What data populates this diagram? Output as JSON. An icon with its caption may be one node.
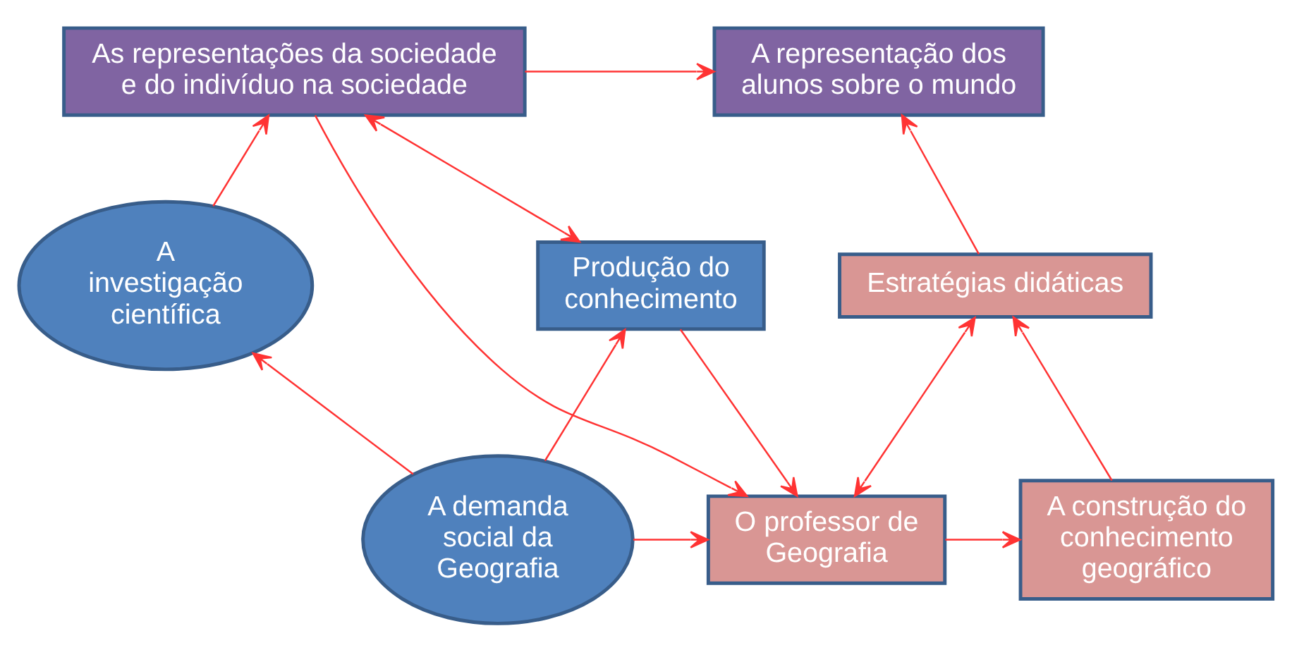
{
  "diagram": {
    "nodes": [
      {
        "text": [
          "A representação dos alunos sobre o mundo"
        ]
      },
      {
        "text": [
          "As representações da sociedade e do indivíduo na sociedade"
        ]
      },
      {
        "text": [
          "Estratégias didáticas"
        ]
      },
      {
        "text": [
          "Produção do conhecimento"
        ]
      },
      {
        "text": [
          "A investigação científica"
        ]
      },
      {
        "text": [
          "A construção do conhecimento geográfico"
        ]
      },
      {
        "text": [
          "O professor de Geografia"
        ]
      },
      {
        "text": [
          "A demanda social da Geografia"
        ]
      }
    ],
    "edges": [
      {
        "from": 1,
        "to": 0,
        "arrow": "to"
      },
      {
        "from": 1,
        "to": 6,
        "arrow": "to"
      },
      {
        "from": 1,
        "to": 3,
        "arrow": "both"
      },
      {
        "from": 2,
        "to": 0,
        "arrow": "to"
      },
      {
        "from": 5,
        "to": 2,
        "arrow": "to"
      },
      {
        "from": 6,
        "to": 2,
        "arrow": "both"
      },
      {
        "from": 3,
        "to": 6,
        "arrow": "to"
      },
      {
        "from": 6,
        "to": 5,
        "arrow": "to"
      },
      {
        "from": 7,
        "to": 3,
        "arrow": "to"
      },
      {
        "from": 7,
        "to": 6,
        "arrow": "to"
      },
      {
        "from": 7,
        "to": 4,
        "arrow": "to"
      },
      {
        "from": 4,
        "to": 1,
        "arrow": "to"
      }
    ]
  }
}
